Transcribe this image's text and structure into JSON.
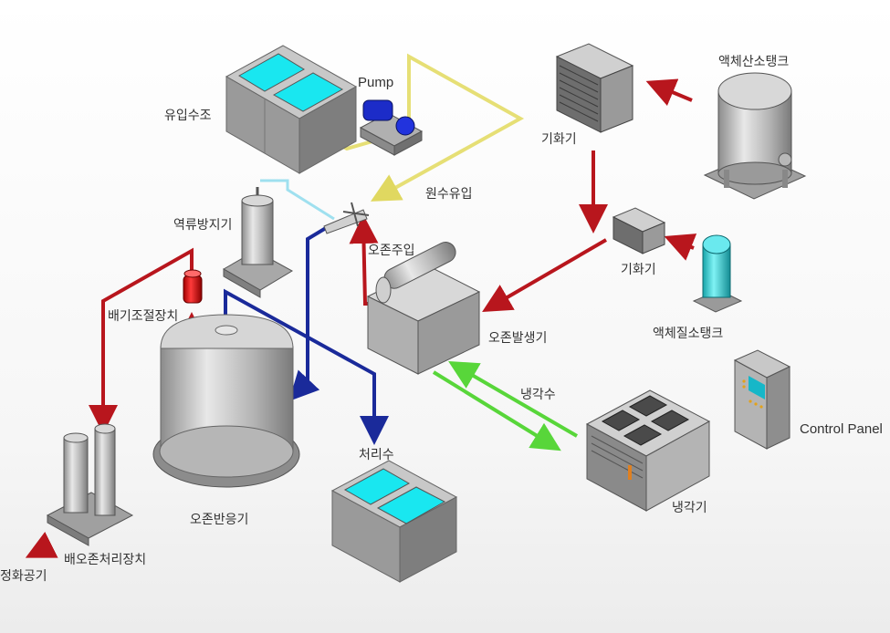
{
  "labels": {
    "inflow_tank": "유입수조",
    "pump": "Pump",
    "vaporizer_top": "기화기",
    "liquid_oxygen_tank": "액체산소탱크",
    "raw_water_inflow": "원수유입",
    "check_valve": "역류방지기",
    "ozone_injection": "오존주입",
    "vaporizer_mid": "기화기",
    "exhaust_control": "배기조절장치",
    "ozone_generator": "오존발생기",
    "liquid_nitrogen_tank": "액체질소탱크",
    "cooling_water": "냉각수",
    "control_panel": "Control Panel",
    "treated_water": "처리수",
    "ozone_reactor": "오존반응기",
    "cooler": "냉각기",
    "exhaust_ozone_treatment": "배오존처리장치",
    "purified_air": "정화공기"
  },
  "colors": {
    "water_pipe": "#f2ec8a",
    "ozone_line": "#b8161d",
    "treated_line": "#1a2a9a",
    "cooling_line": "#58d63a",
    "light_pipe": "#9fe0ef",
    "tank_water": "#19e7f0"
  }
}
